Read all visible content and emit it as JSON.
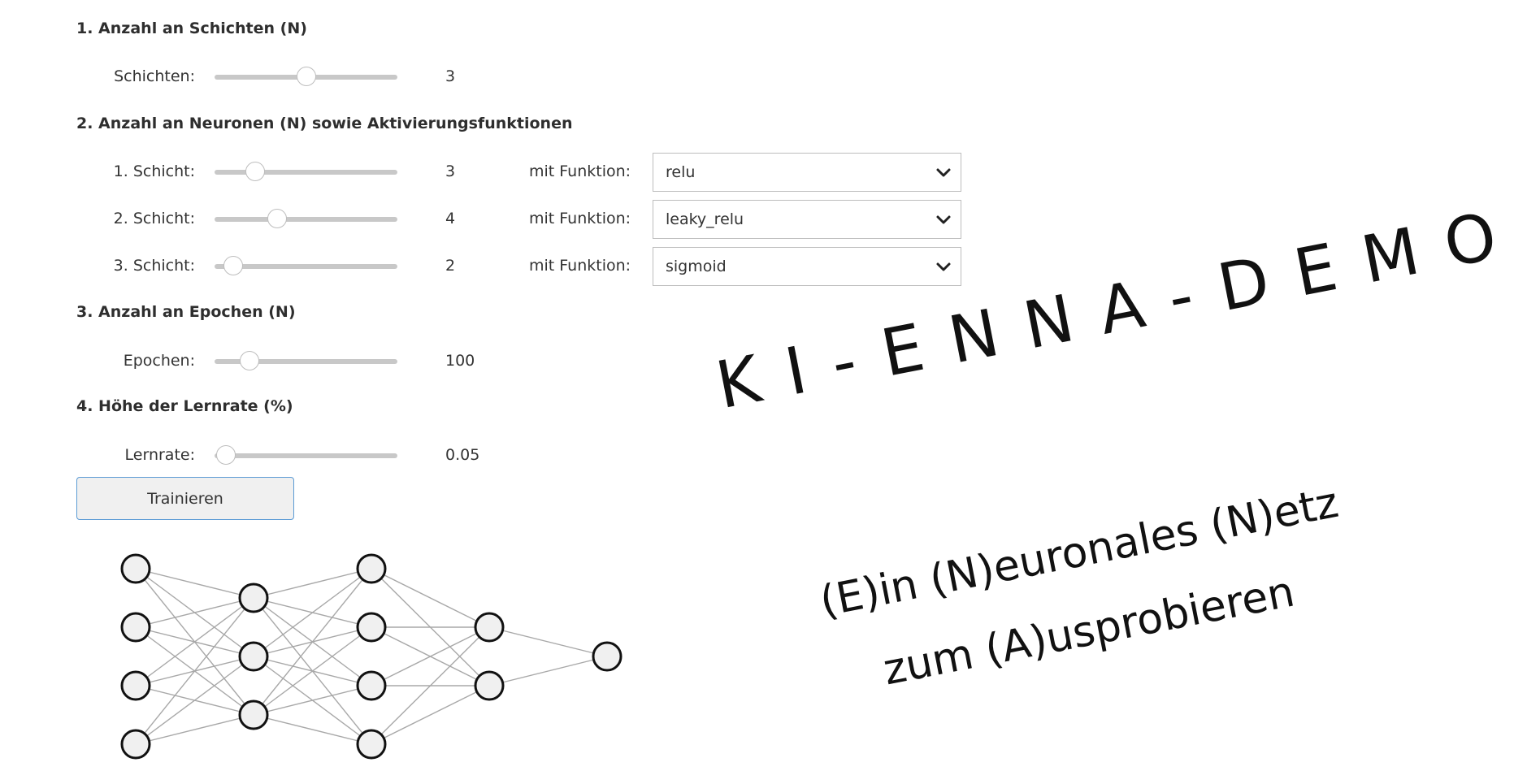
{
  "sections": {
    "layers_title": "1. Anzahl an Schichten (N)",
    "neurons_title": "2. Anzahl an Neuronen (N) sowie Aktivierungsfunktionen",
    "epochs_title": "3. Anzahl an Epochen (N)",
    "lr_title": "4. Höhe der Lernrate (%)"
  },
  "layers": {
    "label": "Schichten:",
    "value": "3",
    "slider_fraction": 0.5
  },
  "neuron_rows": [
    {
      "label": "1. Schicht:",
      "value": "3",
      "slider_fraction": 0.22,
      "func_label": "mit Funktion:",
      "function": "relu"
    },
    {
      "label": "2. Schicht:",
      "value": "4",
      "slider_fraction": 0.34,
      "func_label": "mit Funktion:",
      "function": "leaky_relu"
    },
    {
      "label": "3. Schicht:",
      "value": "2",
      "slider_fraction": 0.1,
      "func_label": "mit Funktion:",
      "function": "sigmoid"
    }
  ],
  "epochs": {
    "label": "Epochen:",
    "value": "100",
    "slider_fraction": 0.19
  },
  "learning_rate": {
    "label": "Lernrate:",
    "value": "0.05",
    "slider_fraction": 0.06
  },
  "train_button": "Trainieren",
  "network": {
    "layer_sizes": [
      4,
      3,
      4,
      2,
      1
    ]
  },
  "logo": {
    "title": "KI-ENNA-DEMO",
    "subtitle_line1": "(E)in (N)euronales (N)etz",
    "subtitle_line2": "zum (A)usprobieren"
  },
  "colors": {
    "slider_track": "#c8c8c8",
    "button_border": "#5b9bd5",
    "node_fill": "#f0f0f0",
    "edge": "#a8a8a8"
  }
}
